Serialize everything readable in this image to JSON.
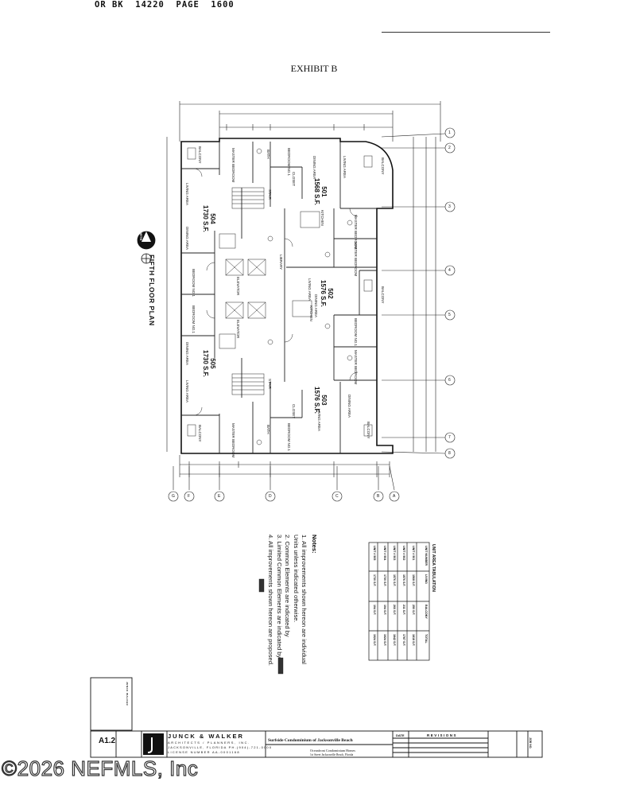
{
  "header": {
    "book_ref": "OR BK  14220  PAGE  1600"
  },
  "document": {
    "title": "EXHIBIT B",
    "plan_title": "FIFTH FLOOR PLAN",
    "north_label": "NORTH"
  },
  "units": [
    {
      "number": "501",
      "area": "1568 S.F."
    },
    {
      "number": "502",
      "area": "1576 S.F."
    },
    {
      "number": "503",
      "area": "1576 S.F."
    },
    {
      "number": "504",
      "area": "1730 S.F."
    },
    {
      "number": "505",
      "area": "1730 S.F."
    }
  ],
  "rooms": {
    "living": "LIVING AREA",
    "dining": "DINING AREA",
    "kitchen": "KITCHEN",
    "master": "MASTER BEDROOM",
    "bedroom": "BEDROOM NO.1",
    "bath": "BATH",
    "closet": "CLOSET",
    "balcony": "BALCONY",
    "stair": "STAIR",
    "elevator": "ELEVATOR",
    "library": "LIBRARY",
    "laundry": "LAUNDRY"
  },
  "grid": {
    "columns": [
      "G",
      "F",
      "E",
      "D",
      "C",
      "B",
      "A"
    ],
    "rows": [
      "1",
      "2",
      "3",
      "4",
      "5",
      "6",
      "7",
      "8"
    ]
  },
  "tabulation": {
    "title": "UNIT AREA TABULATION",
    "headers": [
      "UNIT NUMBER",
      "LIVING",
      "BALCONY",
      "TOTAL"
    ],
    "rows": [
      [
        "UNIT # 501",
        "1568 S.F.",
        "250 S.F.",
        "1818 S.F."
      ],
      [
        "UNIT # 502",
        "1576 S.F.",
        "211 S.F.",
        "1787 S.F."
      ],
      [
        "UNIT # 503",
        "1576 S.F.",
        "266 S.F.",
        "1842 S.F."
      ],
      [
        "UNIT # 504",
        "1730 S.F.",
        "194 S.F.",
        "1924 S.F."
      ],
      [
        "UNIT # 505",
        "1730 S.F.",
        "194 S.F.",
        "1924 S.F."
      ]
    ]
  },
  "notes": {
    "title": "Notes:",
    "items": [
      "1. All improvements shown hereon are individual Units unless indicated otherwise.",
      "2. Common Elements are indicated by",
      "3. Limited Common Elements are indicated by",
      "4. All improvements shown hereon are proposed."
    ]
  },
  "title_block": {
    "firm": "JUNCK & WALKER",
    "firm_sub": "ARCHITECTS / PLANNERS, INC.",
    "firm_address": "JACKSONVILLE, FLORIDA  PH.(904)-721-0000",
    "firm_license": "LICENSE NUMBER  AA-0001168",
    "project": "Surfside Condominium of Jacksonville Beach",
    "description": "Oceanfront Condominium Homes",
    "location": "1st Street  Jacksonville Beach, Florida",
    "revisions_label": "REVISIONS",
    "date_label": "DATE",
    "sheet": "A1.2",
    "job_label": "JOB NO.",
    "stamp": "JUNCK WALKER"
  },
  "watermark": "©2026 NEFMLS, Inc"
}
